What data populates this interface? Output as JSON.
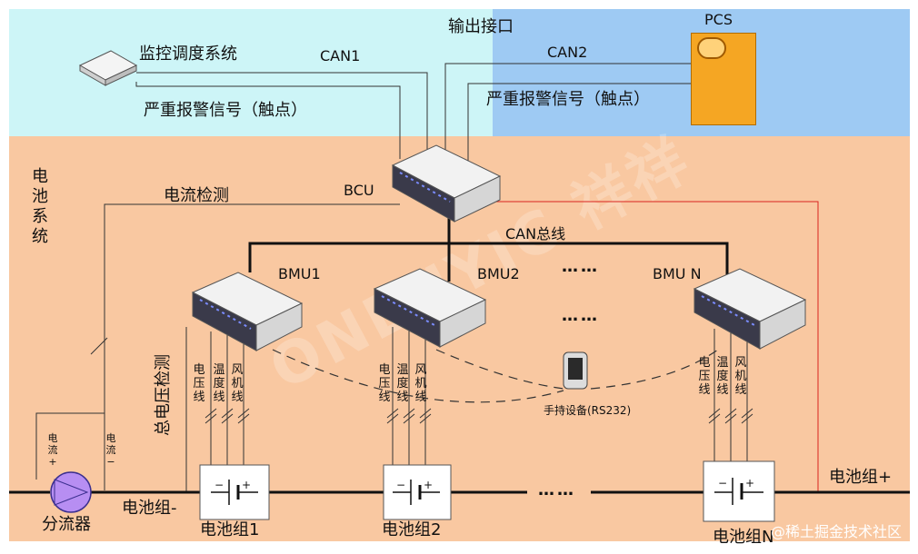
{
  "zones": {
    "monitor_color": "#cdf5f7",
    "pcs_color": "#9ecaf3",
    "battery_color": "#f9c8a1"
  },
  "labels": {
    "output_interface": "输出接口",
    "monitor_system": "监控调度系统",
    "can1": "CAN1",
    "can2": "CAN2",
    "pcs": "PCS",
    "alarm_left": "严重报警信号（触点）",
    "alarm_right": "严重报警信号（触点）",
    "battery_system": "电池系统",
    "current_detection": "电流检测",
    "bcu": "BCU",
    "can_bus": "CAN总线",
    "bmu1": "BMU1",
    "bmu2": "BMU2",
    "bmun": "BMU N",
    "dots_top": "……",
    "dots_mid": "……",
    "dots_bottom": "……",
    "total_voltage": "总电压检测",
    "handheld": "手持设备(RS232)",
    "shunt": "分流器",
    "battery_neg": "电池组-",
    "battery_pos": "电池组+",
    "group1": "电池组1",
    "group2": "电池组2",
    "groupn": "电池组N",
    "current_plus": "电流+",
    "current_minus": "电流−",
    "sensor_voltage": "电压线",
    "sensor_temp": "温度线",
    "sensor_fan": "风机线",
    "cell_minus": "−",
    "cell_plus": "+",
    "credit": "@稀土掘金技术社区",
    "watermark": "ONENYIC 祥祥"
  }
}
